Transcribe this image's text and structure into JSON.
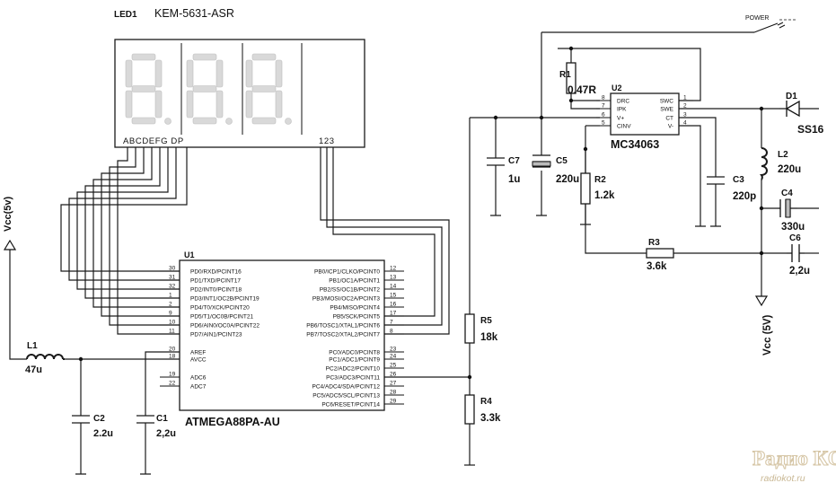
{
  "led": {
    "ref": "LED1",
    "part": "KEM-5631-ASR",
    "seg_pins": "ABCDEFG DP",
    "digit_pins": "123"
  },
  "mcu": {
    "ref": "U1",
    "part": "ATMEGA88PA-AU",
    "left_pins": [
      {
        "num": "30",
        "name": "PD0/RXD/PCINT16"
      },
      {
        "num": "31",
        "name": "PD1/TXD/PCINT17"
      },
      {
        "num": "32",
        "name": "PD2/INT0/PCINT18"
      },
      {
        "num": "1",
        "name": "PD3/INT1/OC2B/PCINT19"
      },
      {
        "num": "2",
        "name": "PD4/T0/XCK/PCINT20"
      },
      {
        "num": "9",
        "name": "PD5/T1/OC0B/PCINT21"
      },
      {
        "num": "10",
        "name": "PD6/AIN0/OC0A/PCINT22"
      },
      {
        "num": "11",
        "name": "PD7/AIN1/PCINT23"
      },
      {
        "num": "20",
        "name": "AREF"
      },
      {
        "num": "18",
        "name": "AVCC"
      },
      {
        "num": "19",
        "name": "ADC6"
      },
      {
        "num": "22",
        "name": "ADC7"
      }
    ],
    "right_pins": [
      {
        "num": "12",
        "name": "PB0/ICP1/CLKO/PCINT0"
      },
      {
        "num": "13",
        "name": "PB1/OC1A/PCINT1"
      },
      {
        "num": "14",
        "name": "PB2/SS/OC1B/PCINT2"
      },
      {
        "num": "15",
        "name": "PB3/MOSI/OC2A/PCINT3"
      },
      {
        "num": "16",
        "name": "PB4/MISO/PCINT4"
      },
      {
        "num": "17",
        "name": "PB5/SCK/PCINT5"
      },
      {
        "num": "7",
        "name": "PB6/TOSC1/XTAL1/PCINT6"
      },
      {
        "num": "8",
        "name": "PB7/TOSC2/XTAL2/PCINT7"
      },
      {
        "num": "23",
        "name": "PC0/ADC0/PCINT8"
      },
      {
        "num": "24",
        "name": "PC1/ADC1/PCINT9"
      },
      {
        "num": "25",
        "name": "PC2/ADC2/PCINT10"
      },
      {
        "num": "26",
        "name": "PC3/ADC3/PCINT11"
      },
      {
        "num": "27",
        "name": "PC4/ADC4/SDA/PCINT12"
      },
      {
        "num": "28",
        "name": "PC5/ADC5/SCL/PCINT13"
      },
      {
        "num": "29",
        "name": "PC6/RESET/PCINT14"
      }
    ]
  },
  "reg": {
    "ref": "U2",
    "part": "MC34063",
    "left_pins": [
      {
        "num": "8",
        "name": "DRC"
      },
      {
        "num": "7",
        "name": "IPK"
      },
      {
        "num": "6",
        "name": "V+"
      },
      {
        "num": "5",
        "name": "CINV"
      }
    ],
    "right_pins": [
      {
        "num": "1",
        "name": "SWC"
      },
      {
        "num": "2",
        "name": "SWE"
      },
      {
        "num": "3",
        "name": "CT"
      },
      {
        "num": "4",
        "name": "V-"
      }
    ]
  },
  "parts": {
    "r1": {
      "ref": "R1",
      "value": "0.47R"
    },
    "r2": {
      "ref": "R2",
      "value": "1.2k"
    },
    "r3": {
      "ref": "R3",
      "value": "3.6k"
    },
    "r4": {
      "ref": "R4",
      "value": "3.3k"
    },
    "r5": {
      "ref": "R5",
      "value": "18k"
    },
    "c1": {
      "ref": "C1",
      "value": "2,2u"
    },
    "c2": {
      "ref": "C2",
      "value": "2.2u"
    },
    "c3": {
      "ref": "C3",
      "value": "220p"
    },
    "c4": {
      "ref": "C4",
      "value": "330u"
    },
    "c5": {
      "ref": "C5",
      "value": "220u"
    },
    "c6": {
      "ref": "C6",
      "value": "2,2u"
    },
    "c7": {
      "ref": "C7",
      "value": "1u"
    },
    "l1": {
      "ref": "L1",
      "value": "47u"
    },
    "l2": {
      "ref": "L2",
      "value": "220u"
    },
    "d1": {
      "ref": "D1",
      "value": "SS16"
    }
  },
  "nets": {
    "power": "POWER",
    "vcc_left": "Vcc(5v)",
    "vcc_right": "Vcc (5V)"
  },
  "watermark": {
    "logo": "Радио КОТ",
    "url": "radiokot.ru"
  }
}
